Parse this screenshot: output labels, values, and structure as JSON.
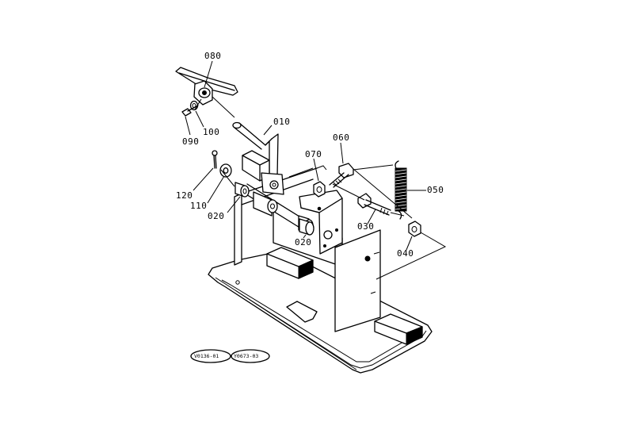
{
  "callouts": {
    "c080": "080",
    "c100": "100",
    "c090": "090",
    "c010": "010",
    "c060": "060",
    "c070": "070",
    "c050": "050",
    "c120": "120",
    "c110": "110",
    "c020a": "020",
    "c020b": "020",
    "c030": "030",
    "c040": "040"
  },
  "references": {
    "ref1": "V0136-01",
    "ref2": "Y0673-03"
  }
}
